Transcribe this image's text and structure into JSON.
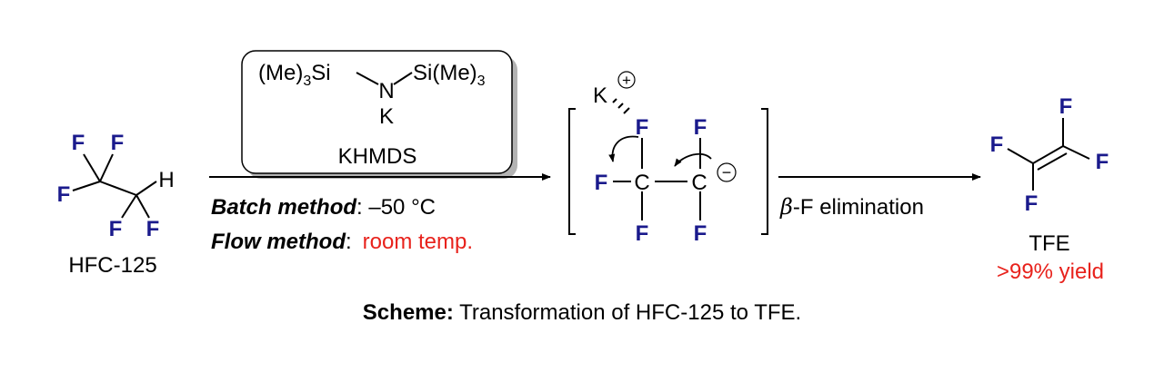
{
  "reagent": {
    "left_group_prefix": "(Me)",
    "left_group_sub": "3",
    "left_group_suffix": "Si",
    "nitrogen": "N",
    "right_group_prefix": "Si(Me)",
    "right_group_sub": "3",
    "potassium": "K",
    "name": "KHMDS"
  },
  "conditions": {
    "batch_label": "Batch method",
    "batch_value": ": –50 °C",
    "flow_label": "Flow method",
    "flow_sep": ":",
    "flow_value": "room temp."
  },
  "starting_material": {
    "name": "HFC-125",
    "f_atom": "F",
    "h_atom": "H"
  },
  "intermediate": {
    "potassium": "K",
    "plus": "+",
    "minus": "−",
    "f_atom": "F",
    "c_atom": "C"
  },
  "step2": {
    "beta": "β",
    "label": "-F elimination"
  },
  "product": {
    "name": "TFE",
    "yield": ">99% yield",
    "f_atom": "F"
  },
  "caption": {
    "bold": "Scheme:",
    "text": " Transformation of HFC-125 to TFE."
  },
  "colors": {
    "fluorine": "#1a1a8c",
    "highlight": "#e8221c",
    "box_shadow": "#b3b3b3"
  }
}
